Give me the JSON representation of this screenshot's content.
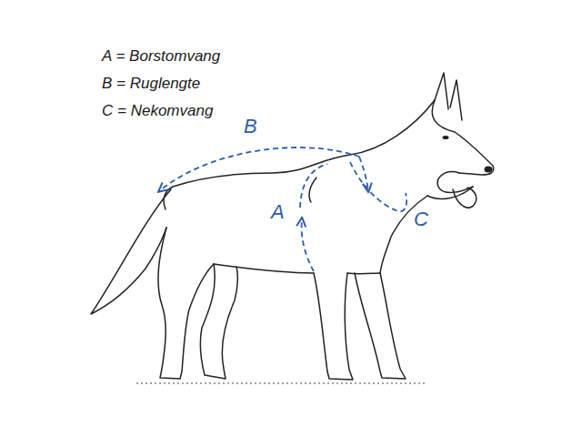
{
  "diagram": {
    "labels": [
      "B",
      "A",
      "C"
    ],
    "legend": [
      {
        "text": "A = Borstomvang"
      },
      {
        "text": "B = Ruglengte"
      },
      {
        "text": "C = Nekomvang"
      }
    ]
  }
}
